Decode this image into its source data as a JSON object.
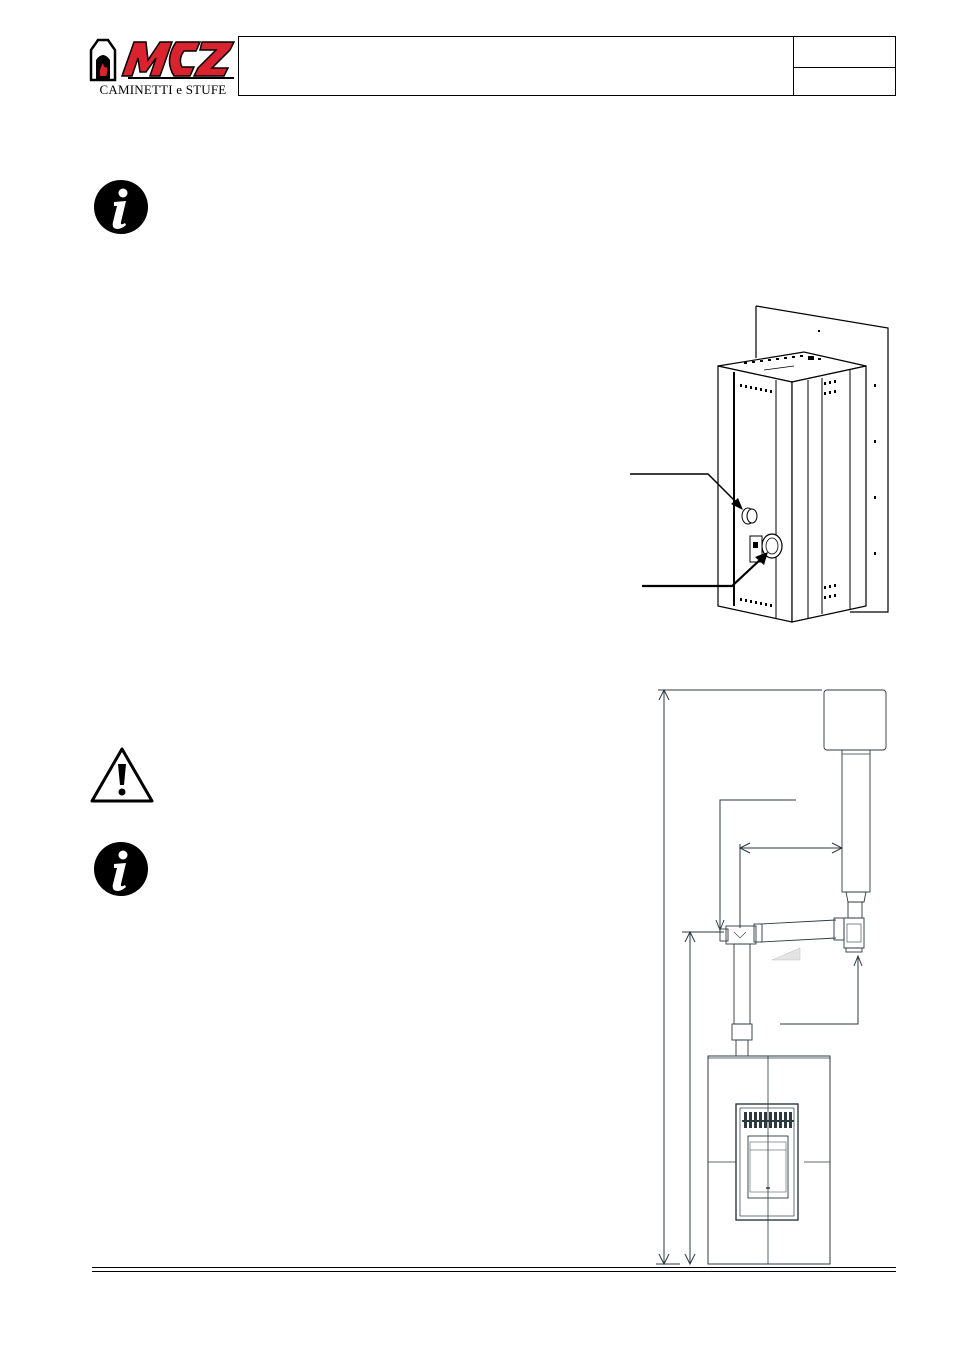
{
  "header": {
    "brand_logo": "MCZ",
    "brand_caption": "CAMINETTI e STUFE"
  },
  "icons": {
    "info_top": "info-icon",
    "warning": "warning-icon",
    "info_bottom": "info-icon"
  },
  "figures": {
    "stove_rear": "stove-rear-isometric",
    "flue_install": "flue-installation-diagram"
  }
}
